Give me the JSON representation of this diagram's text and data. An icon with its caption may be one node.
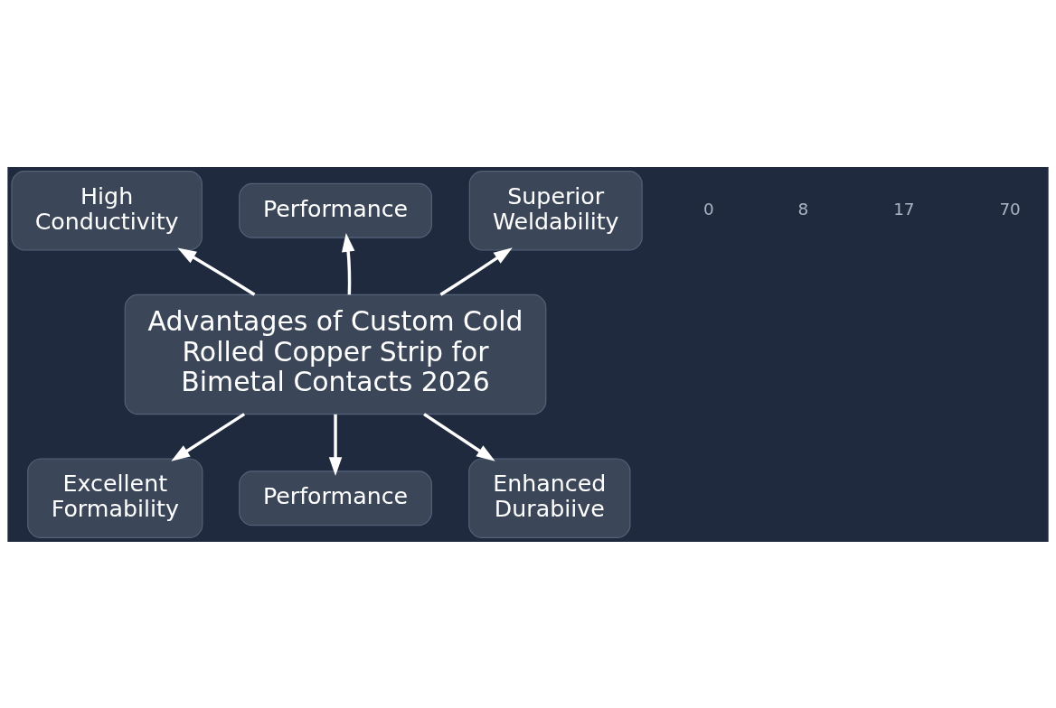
{
  "diagram": {
    "nodes": [
      {
        "text": [
          "High Conductivity"
        ]
      },
      {
        "text": [
          "Performance"
        ]
      },
      {
        "text": [
          "Superior Weldability"
        ]
      },
      {
        "text": [
          "Advantages of Custom Cold Rolled Copper Strip for Bimetal Contacts 2026"
        ]
      },
      {
        "text": [
          "Excellent Formability"
        ]
      },
      {
        "text": [
          "Performance"
        ]
      },
      {
        "text": [
          "Enhanced Durabiive"
        ]
      }
    ],
    "edges": [
      {
        "from": 3,
        "to": 0,
        "arrow": "to"
      },
      {
        "from": 3,
        "to": 1,
        "arrow": "to"
      },
      {
        "from": 3,
        "to": 2,
        "arrow": "to"
      },
      {
        "from": 3,
        "to": 4,
        "arrow": "to"
      },
      {
        "from": 3,
        "to": 5,
        "arrow": "to"
      },
      {
        "from": 3,
        "to": 6,
        "arrow": "to"
      }
    ],
    "labels": [
      "0",
      "8",
      "17",
      "70"
    ]
  }
}
